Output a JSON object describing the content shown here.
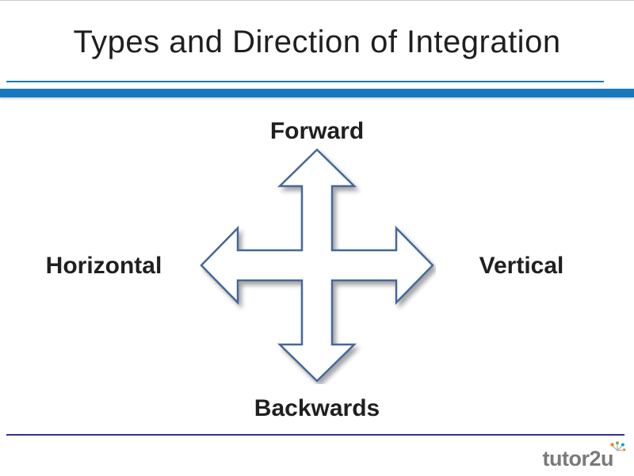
{
  "slide": {
    "title": "Types and Direction of Integration",
    "labels": {
      "top": "Forward",
      "bottom": "Backwards",
      "left": "Horizontal",
      "right": "Vertical"
    },
    "logo": {
      "text": "tutor2u"
    },
    "icons": {
      "center": "four-way-arrow",
      "logo_mark": "sparkle-burst"
    },
    "colors": {
      "accent_bar": "#1878be",
      "thin_rule": "#1878be",
      "footer_line": "#2e3192",
      "arrow_fill": "#ffffff",
      "arrow_stroke": "#44679b",
      "text": "#1f1f1f",
      "logo_text": "#7a7a7a",
      "sparkle_orange": "#f5821f",
      "sparkle_green": "#7ab648",
      "sparkle_blue": "#00a3da"
    }
  }
}
